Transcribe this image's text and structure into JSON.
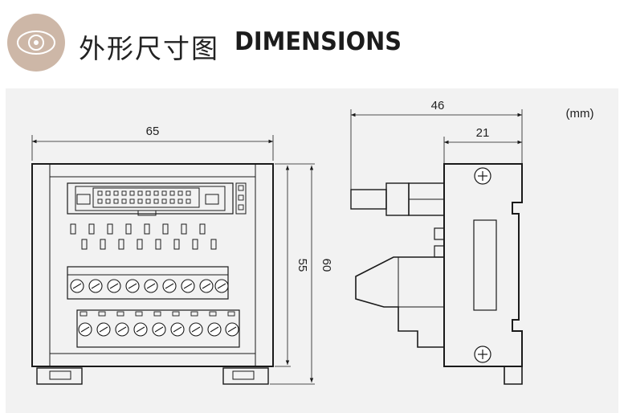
{
  "header": {
    "icon": "eye-icon",
    "title_cn": "外形尺寸图",
    "title_en": "DIMENSIONS"
  },
  "colors": {
    "logo_bg": "#cdb7a7",
    "panel_bg": "#f2f2f2",
    "line": "#1a1a1a"
  },
  "drawing": {
    "unit": "(mm)",
    "front_width": "65",
    "front_height_inner": "55",
    "front_height_outer": "60",
    "side_width_total": "46",
    "side_width_rail": "21"
  }
}
